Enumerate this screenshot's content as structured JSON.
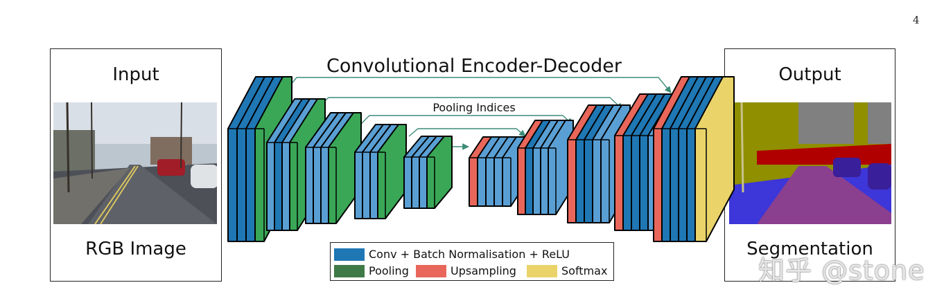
{
  "page_number": "4",
  "title": "Convolutional Encoder-Decoder",
  "skip_label": "Pooling Indices",
  "input_panel": {
    "title": "Input",
    "caption": "RGB Image"
  },
  "output_panel": {
    "title": "Output",
    "caption": "Segmentation"
  },
  "legend": {
    "conv": "Conv + Batch Normalisation + ReLU",
    "pool": "Pooling",
    "upsample": "Upsampling",
    "softmax": "Softmax"
  },
  "colors": {
    "conv_dark": "#1f77b4",
    "conv_light": "#5a9fd4",
    "pool": "#3aa757",
    "upsample": "#e8675a",
    "softmax": "#ead46a",
    "arrow": "#3c8c78",
    "seg_road": "#8a3f8f",
    "seg_sidewalk": "#3d36d9",
    "seg_tree": "#8f8f00",
    "seg_sky": "#808080",
    "seg_car": "#3a1f9a",
    "seg_building": "#b00000"
  },
  "watermark": "知乎 @stone"
}
